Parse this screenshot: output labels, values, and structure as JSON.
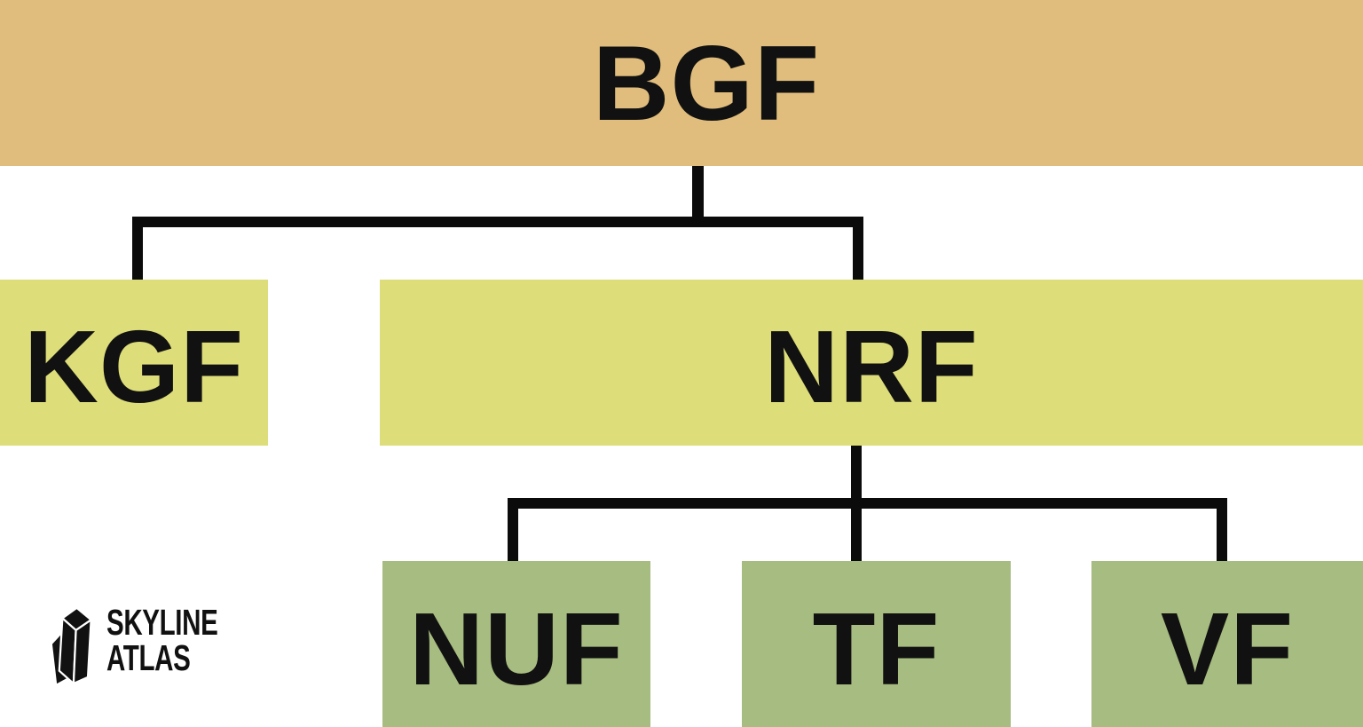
{
  "diagram": {
    "type": "hierarchy-tree",
    "nodes": [
      {
        "id": "bgf",
        "label": "BGF",
        "level": "root",
        "parent": null
      },
      {
        "id": "kgf",
        "label": "KGF",
        "level": "mid",
        "parent": "bgf"
      },
      {
        "id": "nrf",
        "label": "NRF",
        "level": "mid",
        "parent": "bgf"
      },
      {
        "id": "nuf",
        "label": "NUF",
        "level": "leaf",
        "parent": "nrf"
      },
      {
        "id": "tf",
        "label": "TF",
        "level": "leaf",
        "parent": "nrf"
      },
      {
        "id": "vf",
        "label": "VF",
        "level": "leaf",
        "parent": "nrf"
      }
    ]
  },
  "colors": {
    "root-bg": "#e0bd7c",
    "mid-bg": "#dddd7a",
    "leaf-bg": "#a7bc80",
    "line-color": "#0b0b0b",
    "text-color": "#111111",
    "page-bg": "#ffffff"
  },
  "logo": {
    "icon": "skyline-atlas-crystal-tower-icon",
    "line1": "SKYLINE",
    "line2": "ATLAS"
  }
}
